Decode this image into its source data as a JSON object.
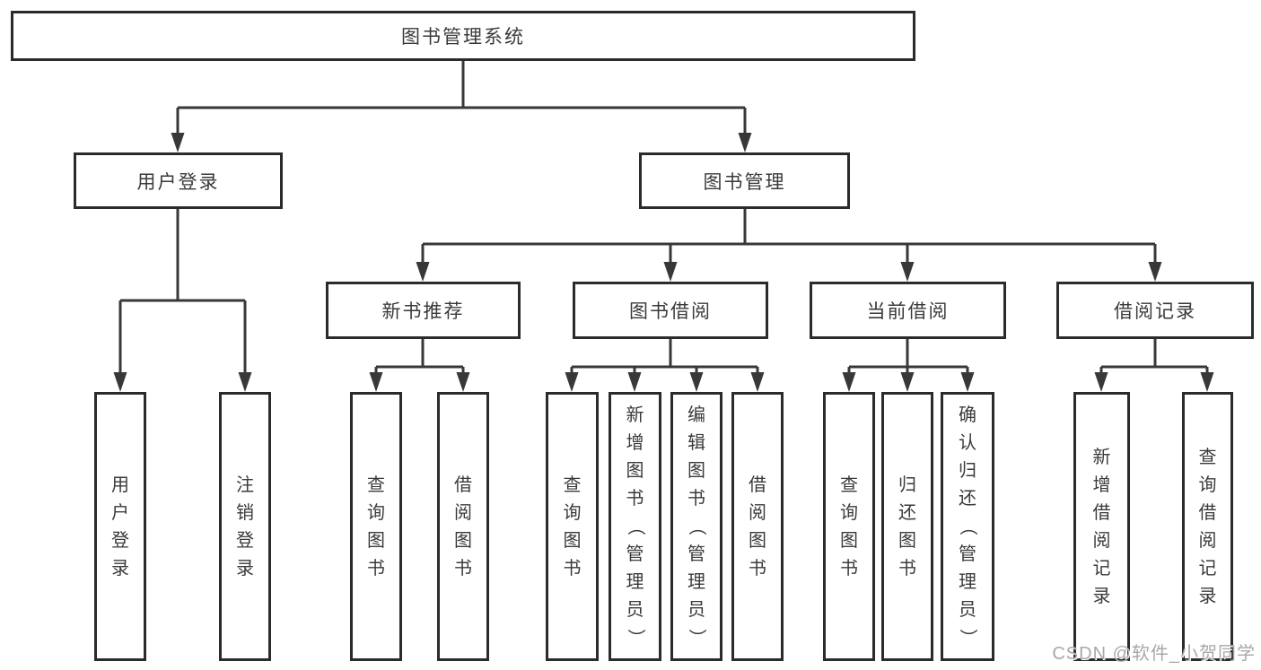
{
  "tree": {
    "root": {
      "label": "图书管理系统"
    },
    "branches": [
      {
        "label": "用户登录",
        "children": [
          {
            "label": "用户登录"
          },
          {
            "label": "注销登录"
          }
        ]
      },
      {
        "label": "图书管理",
        "children": [
          {
            "label": "新书推荐",
            "children": [
              {
                "label": "查询图书"
              },
              {
                "label": "借阅图书"
              }
            ]
          },
          {
            "label": "图书借阅",
            "children": [
              {
                "label": "查询图书"
              },
              {
                "label": "新增图书（管理员）"
              },
              {
                "label": "编辑图书（管理员）"
              },
              {
                "label": "借阅图书"
              }
            ]
          },
          {
            "label": "当前借阅",
            "children": [
              {
                "label": "查询图书"
              },
              {
                "label": "归还图书"
              },
              {
                "label": "确认归还（管理员）"
              }
            ]
          },
          {
            "label": "借阅记录",
            "children": [
              {
                "label": "新增借阅记录"
              },
              {
                "label": "查询借阅记录"
              }
            ]
          }
        ]
      }
    ]
  },
  "watermark": {
    "text": "CSDN @软件_小贺同学"
  },
  "colors": {
    "line": "#383838",
    "box_border": "#2b2b2b",
    "text": "#3a3a3a",
    "watermark": "#a8a8a8",
    "background": "#ffffff"
  }
}
